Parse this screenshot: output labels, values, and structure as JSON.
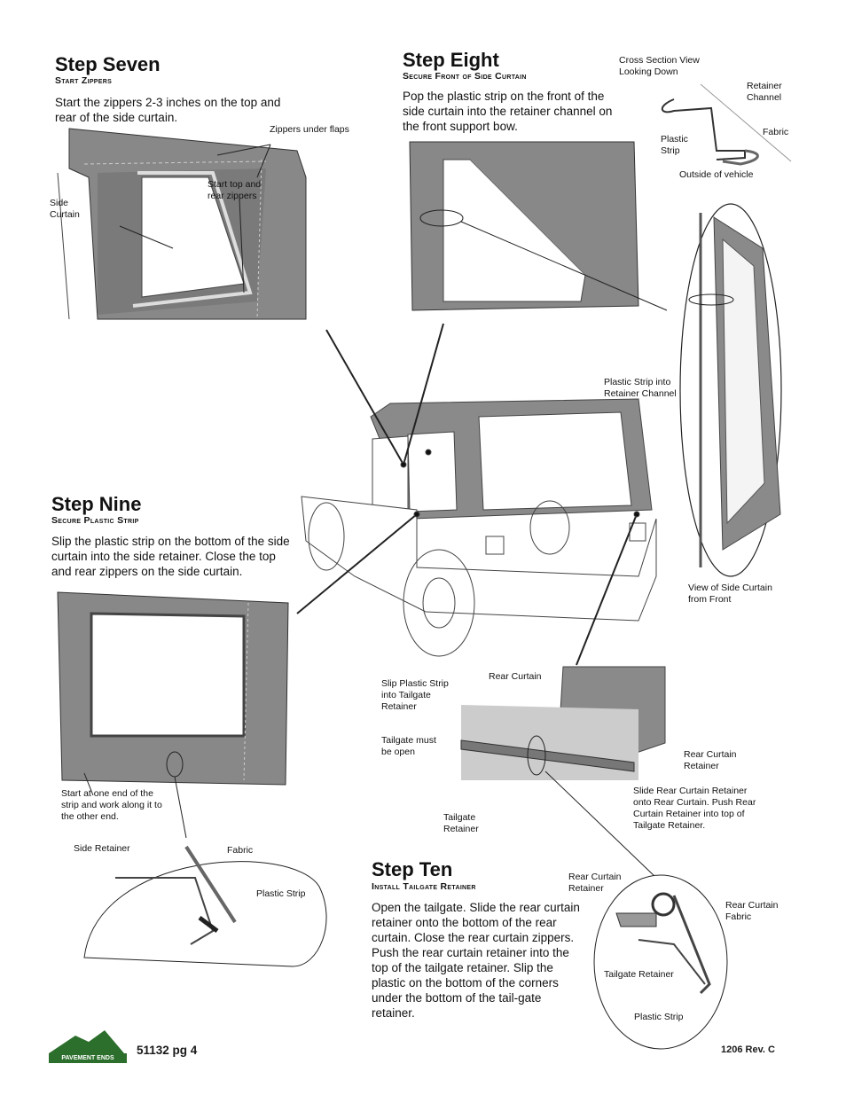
{
  "step7": {
    "title": "Step Seven",
    "subtitle": "Start Zippers",
    "body": "Start the zippers 2-3 inches on the top and rear of the side curtain.",
    "labels": {
      "zippers_under_flaps": "Zippers under flaps",
      "side_curtain": "Side Curtain",
      "start_top_rear": "Start top and rear zippers"
    }
  },
  "step8": {
    "title": "Step Eight",
    "subtitle": "Secure Front of Side Curtain",
    "body": "Pop the plastic strip on the front of the side curtain into the retainer channel on the front support bow.",
    "labels": {
      "cross_section": "Cross Section View Looking Down",
      "retainer_channel": "Retainer Channel",
      "fabric": "Fabric",
      "plastic_strip": "Plastic Strip",
      "outside_vehicle": "Outside of vehicle",
      "strip_into_channel": "Plastic Strip into Retainer Channel",
      "view_from_front": "View of Side Curtain from Front"
    }
  },
  "step9": {
    "title": "Step Nine",
    "subtitle": "Secure Plastic Strip",
    "body": "Slip the plastic strip on the bottom of the side curtain into the side retainer. Close the top and rear zippers on the side curtain.",
    "labels": {
      "start_one_end": "Start at one end of the strip and work along it to the other end.",
      "side_retainer": "Side Retainer",
      "fabric": "Fabric",
      "plastic_strip": "Plastic Strip"
    }
  },
  "step10": {
    "title": "Step Ten",
    "subtitle": "Install Tailgate Retainer",
    "body": "Open the tailgate. Slide the rear curtain retainer onto the bottom of the rear curtain. Close  the rear curtain zippers. Push the rear curtain retainer into the top of the tailgate retainer. Slip the plastic on the bottom of the corners under the bottom of the tail-gate retainer.",
    "labels": {
      "slip_strip_tailgate": "Slip Plastic Strip into Tailgate Retainer",
      "rear_curtain": "Rear Curtain",
      "tailgate_open": "Tailgate must be open",
      "rear_curtain_retainer_top": "Rear Curtain Retainer",
      "slide_rear": "Slide Rear Curtain Retainer onto Rear Curtain. Push Rear Curtain Retainer into top of Tailgate Retainer.",
      "tailgate_retainer": "Tailgate Retainer",
      "rear_curtain_retainer": "Rear Curtain Retainer",
      "rear_curtain_fabric": "Rear Curtain Fabric",
      "tailgate_retainer2": "Tailgate Retainer",
      "plastic_strip": "Plastic Strip"
    }
  },
  "footer": {
    "logo_text": "PAVEMENT ENDS",
    "page_ref": "51132  pg 4",
    "revision": "1206  Rev.  C"
  },
  "colors": {
    "curtain": "#8a8a8a",
    "curtain_dark": "#6f6f6f",
    "line": "#222222"
  }
}
